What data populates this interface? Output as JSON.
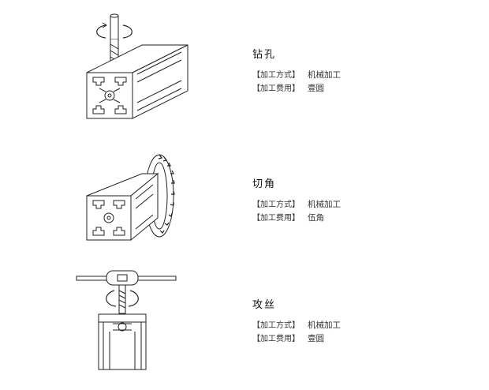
{
  "items": [
    {
      "title": "钻孔",
      "method_label": "【加工方式】",
      "method_value": "机械加工",
      "cost_label": "【加工费用】",
      "cost_value": "壹圆",
      "icon": "drill-on-aluminum-profile-icon"
    },
    {
      "title": "切角",
      "method_label": "【加工方式】",
      "method_value": "机械加工",
      "cost_label": "【加工费用】",
      "cost_value": "伍角",
      "icon": "saw-blade-on-aluminum-profile-icon"
    },
    {
      "title": "攻丝",
      "method_label": "【加工方式】",
      "method_value": "机械加工",
      "cost_label": "【加工费用】",
      "cost_value": "壹圆",
      "icon": "tap-wrench-on-aluminum-profile-icon"
    }
  ]
}
